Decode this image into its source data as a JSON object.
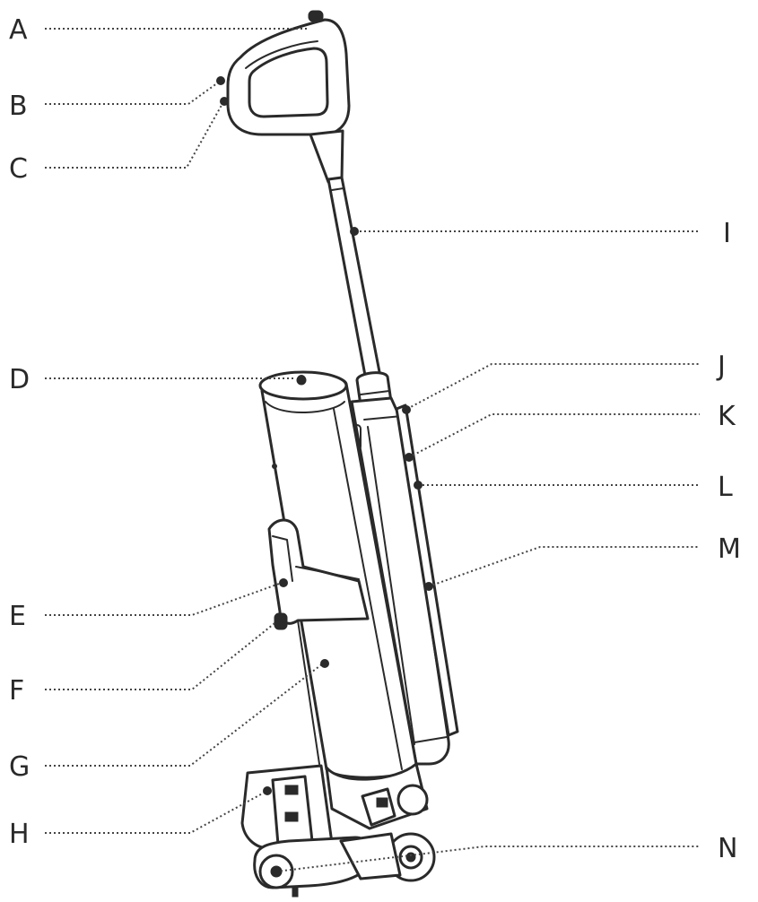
{
  "colors": {
    "ink": "#2a2a2a",
    "leader": "#444444",
    "background": "#ffffff"
  },
  "callouts": [
    {
      "id": "A",
      "label": "A"
    },
    {
      "id": "B",
      "label": "B"
    },
    {
      "id": "C",
      "label": "C"
    },
    {
      "id": "D",
      "label": "D"
    },
    {
      "id": "E",
      "label": "E"
    },
    {
      "id": "F",
      "label": "F"
    },
    {
      "id": "G",
      "label": "G"
    },
    {
      "id": "H",
      "label": "H"
    },
    {
      "id": "I",
      "label": "I"
    },
    {
      "id": "J",
      "label": "J"
    },
    {
      "id": "K",
      "label": "K"
    },
    {
      "id": "L",
      "label": "L"
    },
    {
      "id": "M",
      "label": "M"
    },
    {
      "id": "N",
      "label": "N"
    }
  ]
}
